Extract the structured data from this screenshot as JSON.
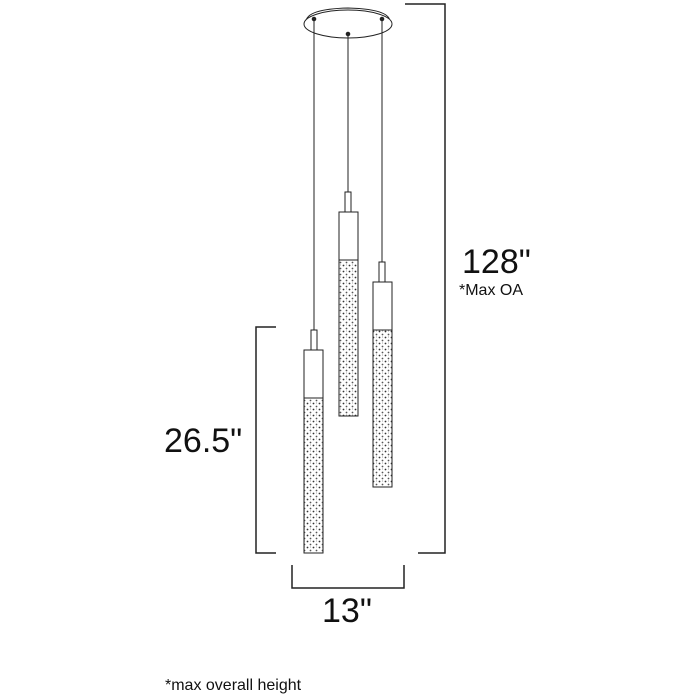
{
  "dimensions": {
    "overall_height": "128\"",
    "overall_height_note": "*Max OA",
    "pendant_height": "26.5\"",
    "width": "13\""
  },
  "footnote": "*max overall height",
  "colors": {
    "line": "#222222",
    "background": "#ffffff"
  }
}
